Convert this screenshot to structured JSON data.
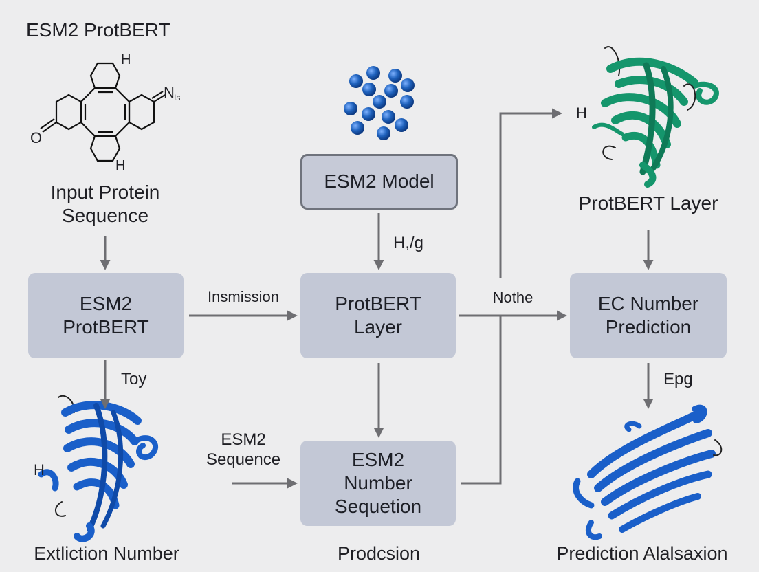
{
  "header": {
    "title": "ESM2 ProtBERT"
  },
  "molecule": {
    "labels": {
      "h_top": "H",
      "h_bottom": "H",
      "n_label": "N",
      "n_sub": "Is",
      "o_label": "O"
    }
  },
  "nodes": {
    "input_sequence": "Input Protein\nSequence",
    "esm2_protbert": "ESM2\nProtBERT",
    "esm2_model": "ESM2 Model",
    "protbert_layer_center": "ProtBERT\nLayer",
    "esm2_number_sequetion": "ESM2\nNumber\nSequetion",
    "protbert_layer_top": "ProtBERT Layer",
    "ec_number_prediction": "EC Number\nPrediction"
  },
  "edge_labels": {
    "toy": "Toy",
    "insmission": "Insmission",
    "hg": "H,/g",
    "nothe": "Nothe",
    "esm2_sequence": "ESM2\nSequence",
    "epg": "Epg"
  },
  "structure_labels": {
    "left_h": "H",
    "top_right_h": "H"
  },
  "captions": {
    "bottom_left": "Extliction Number",
    "bottom_center": "Prodcsion",
    "bottom_right": "Prediction Alalsaxion"
  },
  "colors": {
    "box_fill": "#c3c8d6",
    "arrow": "#6e6e72",
    "ribbon_blue": "#1a5fc9",
    "ribbon_green": "#15966c",
    "sphere_blue": "#1f62bd"
  }
}
